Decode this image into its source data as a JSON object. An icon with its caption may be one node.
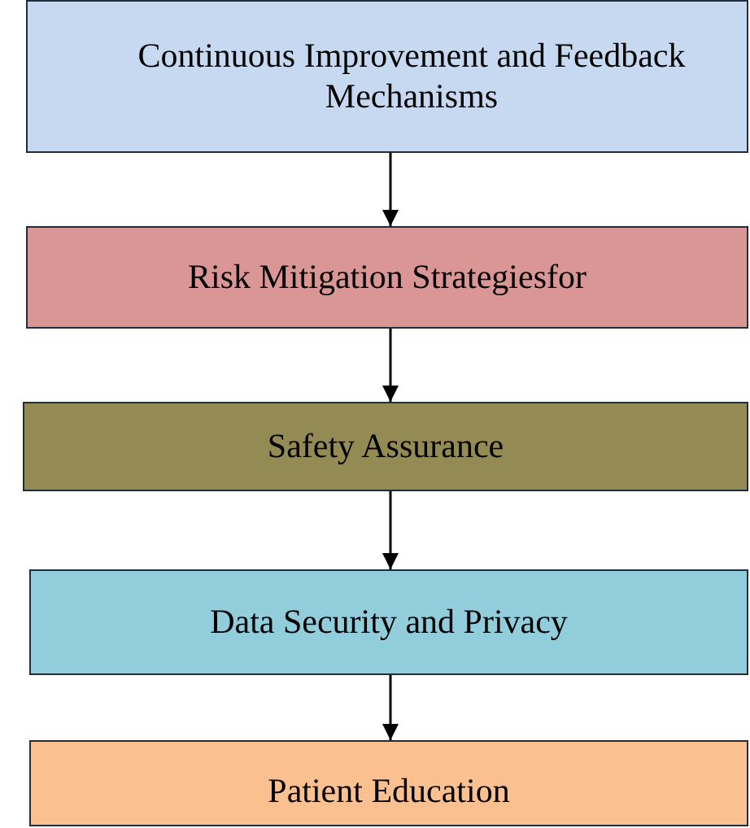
{
  "diagram": {
    "nodes": [
      {
        "text": [
          "Continuous Improvement and Feedback Mechanisms"
        ]
      },
      {
        "text": [
          "Risk Mitigation Strategiesfor"
        ]
      },
      {
        "text": [
          "Safety Assurance"
        ]
      },
      {
        "text": [
          "Data Security and Privacy"
        ]
      },
      {
        "text": [
          "Patient Education"
        ]
      }
    ],
    "edges": [
      {
        "from": 0,
        "to": 1,
        "arrow": "to"
      },
      {
        "from": 1,
        "to": 2,
        "arrow": "to"
      },
      {
        "from": 2,
        "to": 3,
        "arrow": "to"
      },
      {
        "from": 3,
        "to": 4,
        "arrow": "to"
      }
    ]
  }
}
